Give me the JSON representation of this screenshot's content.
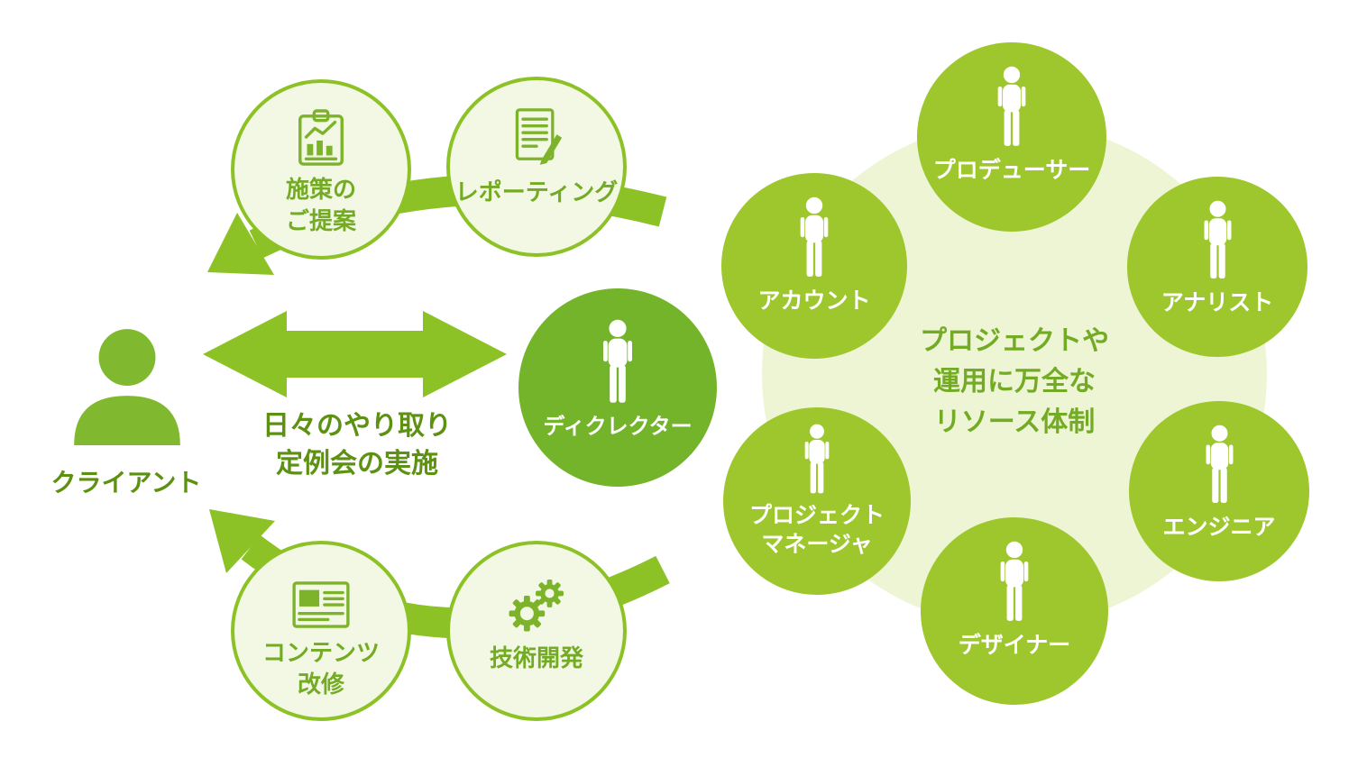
{
  "colors": {
    "line": "#8cc226",
    "solid": "#9dc72c",
    "director": "#74b42b",
    "pale": "#f2f8e3",
    "pale_big": "#edf5d4",
    "icon": "#7cb32b",
    "label_green": "#74ab24",
    "text_dark": "#5d9112",
    "client_green": "#80b92f"
  },
  "icons": {
    "client": "person-bust-icon",
    "role": "person-standing-icon",
    "proposal": "clipboard-chart-icon",
    "reporting": "report-document-icon",
    "content": "browser-content-icon",
    "tech": "gears-icon"
  },
  "left": {
    "client": {
      "label": "クライアント"
    },
    "exchange": {
      "line1": "日々のやり取り",
      "line2": "定例会の実施"
    },
    "proposal": {
      "line1": "施策の",
      "line2": "ご提案"
    },
    "reporting": {
      "label": "レポーティング"
    },
    "director": {
      "label": "ディクレクター"
    },
    "content": {
      "line1": "コンテンツ",
      "line2": "改修"
    },
    "tech": {
      "label": "技術開発"
    }
  },
  "right": {
    "center": {
      "line1": "プロジェクトや",
      "line2": "運用に万全な",
      "line3": "リソース体制"
    },
    "roles": [
      {
        "label": "プロデューサー"
      },
      {
        "label": "アカウント"
      },
      {
        "label": "アナリスト"
      },
      {
        "line1": "プロジェクト",
        "line2": "マネージャ"
      },
      {
        "label": "エンジニア"
      },
      {
        "label": "デザイナー"
      }
    ]
  }
}
